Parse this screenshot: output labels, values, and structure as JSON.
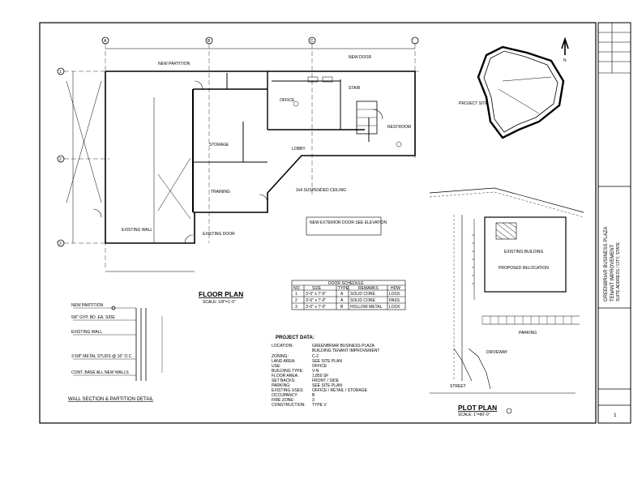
{
  "floor_plan": {
    "title": "FLOOR PLAN",
    "scale": "SCALE: 1/8\"=1'-0\"",
    "grid_bubbles": [
      "A",
      "B",
      "C",
      "1",
      "2",
      "3"
    ],
    "room_labels": [
      "OFFICE",
      "STORAGE",
      "TRAINING",
      "LOBBY",
      "STAIR",
      "RESTROOM"
    ],
    "notes": [
      "NEW PARTITION",
      "EXISTING WALL",
      "EXISTING DOOR",
      "NEW DOOR",
      "2x4 SUSPENDED CEILING",
      "NEW EXTERIOR DOOR SEE ELEVATION"
    ]
  },
  "wall_legend": {
    "title": "WALL SECTION & PARTITION DETAIL",
    "lines": [
      "NEW PARTITION",
      "5/8\" GYP. BD. EA. SIDE",
      "EXISTING WALL",
      "3 5/8\" METAL STUDS @ 16\" O.C.",
      "CONT. BASE ALL NEW WALLS"
    ]
  },
  "schedule": {
    "title": "DOOR SCHEDULE",
    "header": [
      "NO.",
      "SIZE",
      "TYPE",
      "REMARKS",
      "HDW"
    ],
    "rows": [
      [
        "1",
        "3'-0\" x 7'-0\"",
        "A",
        "SOLID CORE",
        "LOCK"
      ],
      [
        "2",
        "3'-0\" x 7'-0\"",
        "A",
        "SOLID CORE",
        "PASS"
      ],
      [
        "3",
        "3'-0\" x 7'-0\"",
        "B",
        "HOLLOW METAL",
        "LOCK"
      ]
    ]
  },
  "project_data": {
    "title": "PROJECT DATA:",
    "rows": [
      [
        "LOCATION:",
        "GREENBRIAR BUSINESS PLAZA"
      ],
      [
        "",
        "BUILDING TENANT IMPROVEMENT"
      ],
      [
        "ZONING:",
        "C-2"
      ],
      [
        "LAND AREA:",
        "SEE SITE PLAN"
      ],
      [
        "USE:",
        "OFFICE"
      ],
      [
        "BUILDING TYPE:",
        "V-N"
      ],
      [
        "FLOOR AREA:",
        "1,850 SF"
      ],
      [
        "SET BACKS:",
        "FRONT / SIDE"
      ],
      [
        "PARKING:",
        "SEE SITE PLAN"
      ],
      [
        "EXISTING USES:",
        "OFFICE / RETAIL / STORAGE"
      ],
      [
        "OCCUPANCY:",
        "B"
      ],
      [
        "FIRE ZONE:",
        "3"
      ],
      [
        "CONSTRUCTION:",
        "TYPE V"
      ]
    ]
  },
  "plot_plan": {
    "title": "PLOT PLAN",
    "scale": "SCALE: 1\"=60'-0\"",
    "building_label": "EXISTING BUILDING",
    "proposed_label": "PROPOSED RELOCATION",
    "notes": [
      "PARKING",
      "DRIVEWAY",
      "STREET"
    ]
  },
  "vicinity_map": {
    "label": "PROJECT SITE",
    "north": "N"
  },
  "title_block": {
    "line1": "GREENBRIAR BUSINESS PLAZA",
    "line2": "TENANT IMPROVEMENT",
    "line3": "SUITE ADDRESS / CITY, STATE",
    "sheet": "1"
  }
}
